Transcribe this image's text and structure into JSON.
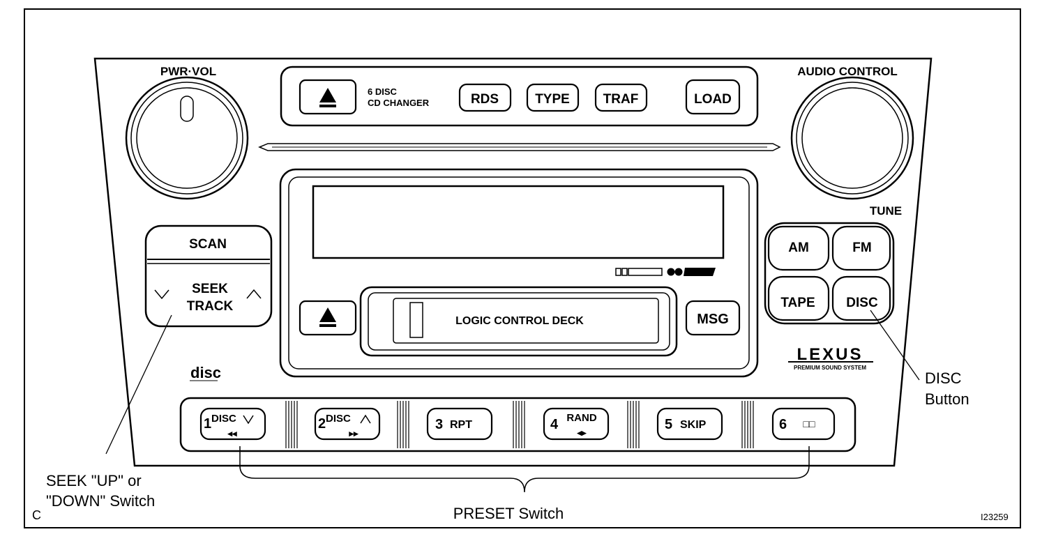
{
  "panel": {
    "pwr_vol_label": "PWR·VOL",
    "audio_control_label": "AUDIO  CONTROL",
    "tune_label": "TUNE"
  },
  "changer": {
    "label_line1": "6  DISC",
    "label_line2": "CD CHANGER",
    "rds": "RDS",
    "type": "TYPE",
    "traf": "TRAF",
    "load": "LOAD"
  },
  "left_controls": {
    "scan": "SCAN",
    "seek": "SEEK",
    "track": "TRACK"
  },
  "source_buttons": {
    "am": "AM",
    "fm": "FM",
    "tape": "TAPE",
    "disc": "DISC"
  },
  "deck": {
    "label": "LOGIC  CONTROL  DECK",
    "msg": "MSG"
  },
  "brand": {
    "logo": "LEXUS",
    "sub": "PREMIUM SOUND SYSTEM"
  },
  "presets": [
    {
      "num": "1",
      "label": "DISC",
      "sym": "◂◂"
    },
    {
      "num": "2",
      "label": "DISC",
      "sym": "▸▸"
    },
    {
      "num": "3",
      "label": "RPT",
      "sym": ""
    },
    {
      "num": "4",
      "label": "RAND",
      "sym": "◂▸"
    },
    {
      "num": "5",
      "label": "SKIP",
      "sym": ""
    },
    {
      "num": "6",
      "label": "",
      "sym": "□□"
    }
  ],
  "callouts": {
    "disc_button_line1": "DISC",
    "disc_button_line2": "Button",
    "seek_line1": "SEEK \"UP\" or",
    "seek_line2": "\"DOWN\" Switch",
    "preset": "PRESET Switch"
  },
  "corner_letter": "C",
  "figure_id": "I23259"
}
